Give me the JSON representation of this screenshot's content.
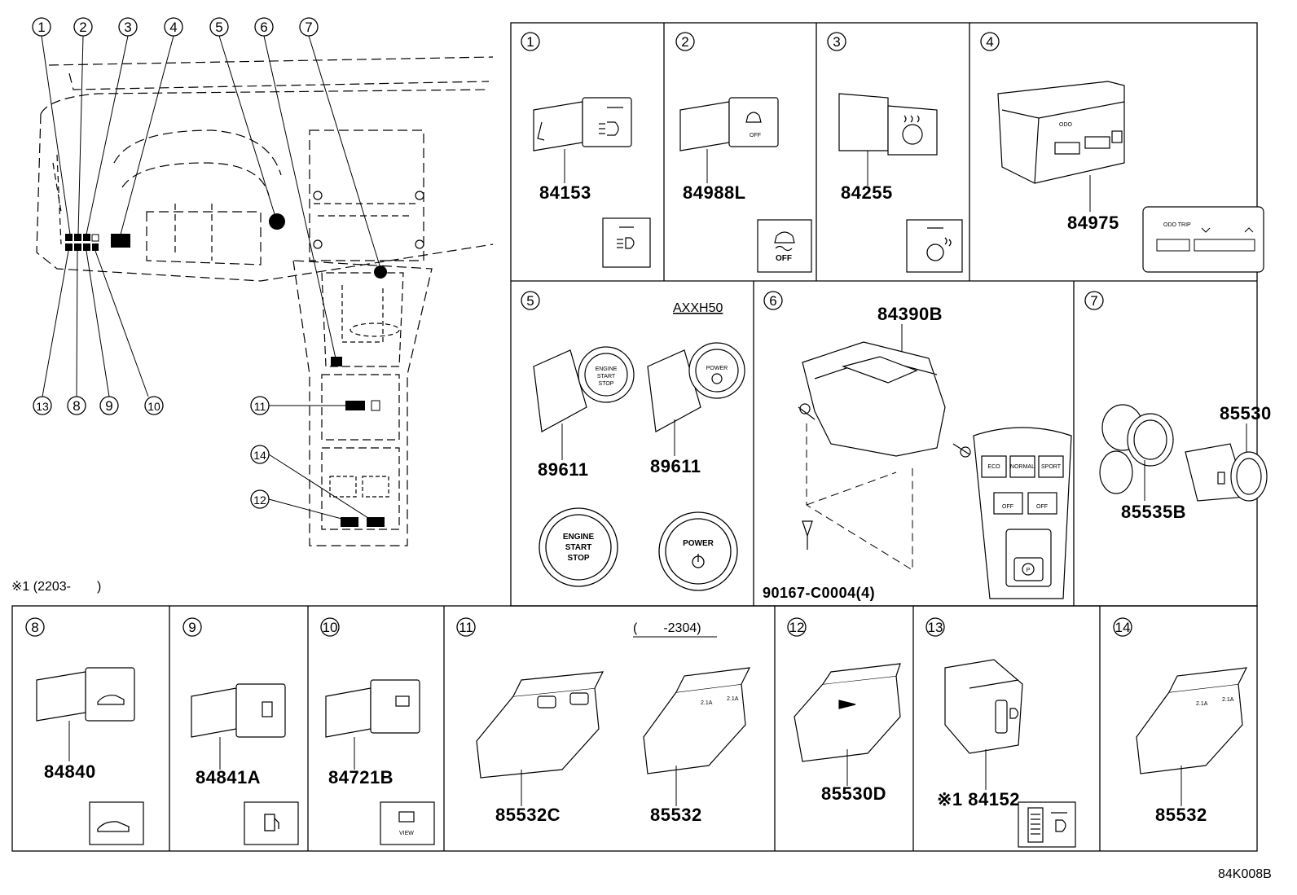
{
  "overview": {
    "callouts": [
      "1",
      "2",
      "3",
      "4",
      "5",
      "6",
      "7",
      "13",
      "8",
      "9",
      "10",
      "11",
      "14",
      "12"
    ],
    "footnote": "※1 (2203-　　)"
  },
  "panels": [
    {
      "no": "1",
      "parts": [
        "84153"
      ]
    },
    {
      "no": "2",
      "parts": [
        "84988L"
      ],
      "icon_text": "OFF"
    },
    {
      "no": "3",
      "parts": [
        "84255"
      ]
    },
    {
      "no": "4",
      "parts": [
        "84975"
      ],
      "icon_text": "ODO TRIP"
    },
    {
      "no": "5",
      "variant": "AXXH50",
      "parts": [
        "89611",
        "89611"
      ],
      "button_a": [
        "ENGINE",
        "START",
        "STOP"
      ],
      "button_b": "POWER"
    },
    {
      "no": "6",
      "parts": [
        "84390B",
        "90167-C0004(4)"
      ],
      "console_labels": [
        "ECO",
        "NORMAL",
        "SPORT",
        "OFF",
        "P"
      ]
    },
    {
      "no": "7",
      "parts": [
        "85530",
        "85535B"
      ]
    },
    {
      "no": "8",
      "parts": [
        "84840"
      ]
    },
    {
      "no": "9",
      "parts": [
        "84841A"
      ]
    },
    {
      "no": "10",
      "parts": [
        "84721B"
      ],
      "icon_text": "VIEW"
    },
    {
      "no": "11",
      "variant": "(　　-2304)",
      "parts": [
        "85532C",
        "85532"
      ],
      "usb_text": [
        "2.1A",
        "2.1A"
      ]
    },
    {
      "no": "12",
      "parts": [
        "85530D"
      ]
    },
    {
      "no": "13",
      "parts": [
        "※1 84152"
      ]
    },
    {
      "no": "14",
      "parts": [
        "85532"
      ],
      "usb_text": [
        "2.1A",
        "2.1A"
      ]
    }
  ],
  "reference": "84K008B"
}
